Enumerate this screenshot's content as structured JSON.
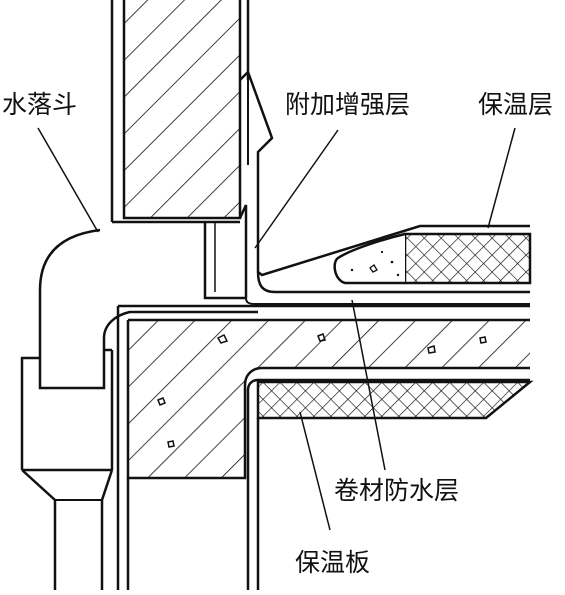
{
  "labels": {
    "downspout_hopper": "水落斗",
    "additional_reinforcement": "附加增强层",
    "insulation_layer": "保温层",
    "membrane_waterproof": "卷材防水层",
    "insulation_board": "保温板"
  },
  "colors": {
    "line": "#111111",
    "background": "#ffffff"
  }
}
